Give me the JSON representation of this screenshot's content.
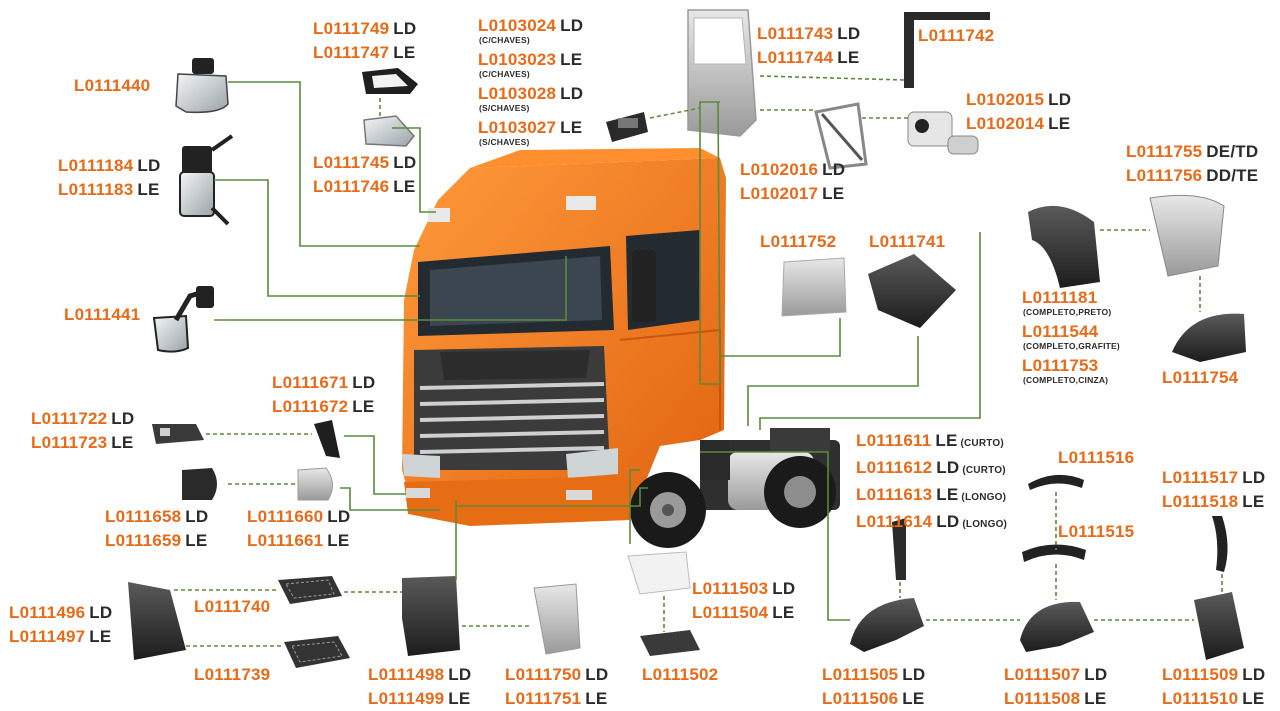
{
  "colors": {
    "code": "#e96a18",
    "side": "#2b2b2b",
    "connector": "#5c8a3a",
    "truck": "#f07a1a"
  },
  "labels": {
    "l0111749": {
      "code": "L0111749",
      "side": "LD"
    },
    "l0111747": {
      "code": "L0111747",
      "side": "LE"
    },
    "l0103024": {
      "code": "L0103024",
      "side": "LD",
      "note": "(C/CHAVES)"
    },
    "l0103023": {
      "code": "L0103023",
      "side": "LE",
      "note": "(C/CHAVES)"
    },
    "l0103028": {
      "code": "L0103028",
      "side": "LD",
      "note": "(S/CHAVES)"
    },
    "l0103027": {
      "code": "L0103027",
      "side": "LE",
      "note": "(S/CHAVES)"
    },
    "l0111743": {
      "code": "L0111743",
      "side": "LD"
    },
    "l0111744": {
      "code": "L0111744",
      "side": "LE"
    },
    "l0111742": {
      "code": "L0111742"
    },
    "l0111440": {
      "code": "L0111440"
    },
    "l0102015": {
      "code": "L0102015",
      "side": "LD"
    },
    "l0102014": {
      "code": "L0102014",
      "side": "LE"
    },
    "l0111184": {
      "code": "L0111184",
      "side": "LD"
    },
    "l0111183": {
      "code": "L0111183",
      "side": "LE"
    },
    "l0111745": {
      "code": "L0111745",
      "side": "LD"
    },
    "l0111746": {
      "code": "L0111746",
      "side": "LE"
    },
    "l0102016": {
      "code": "L0102016",
      "side": "LD"
    },
    "l0102017": {
      "code": "L0102017",
      "side": "LE"
    },
    "l0111755": {
      "code": "L0111755",
      "side": "DE/TD"
    },
    "l0111756": {
      "code": "L0111756",
      "side": "DD/TE"
    },
    "l0111752": {
      "code": "L0111752"
    },
    "l0111741": {
      "code": "L0111741"
    },
    "l0111441": {
      "code": "L0111441"
    },
    "l0111181": {
      "code": "L0111181",
      "note": "(COMPLETO,PRETO)"
    },
    "l0111544": {
      "code": "L0111544",
      "note": "(COMPLETO,GRAFITE)"
    },
    "l0111753": {
      "code": "L0111753",
      "note": "(COMPLETO,CINZA)"
    },
    "l0111754": {
      "code": "L0111754"
    },
    "l0111671": {
      "code": "L0111671",
      "side": "LD"
    },
    "l0111672": {
      "code": "L0111672",
      "side": "LE"
    },
    "l0111722": {
      "code": "L0111722",
      "side": "LD"
    },
    "l0111723": {
      "code": "L0111723",
      "side": "LE"
    },
    "l0111611": {
      "code": "L0111611",
      "side": "LE",
      "note": "(CURTO)"
    },
    "l0111612": {
      "code": "L0111612",
      "side": "LD",
      "note": "(CURTO)"
    },
    "l0111613": {
      "code": "L0111613",
      "side": "LE",
      "note": "(LONGO)"
    },
    "l0111614": {
      "code": "L0111614",
      "side": "LD",
      "note": "(LONGO)"
    },
    "l0111516": {
      "code": "L0111516"
    },
    "l0111517": {
      "code": "L0111517",
      "side": "LD"
    },
    "l0111518": {
      "code": "L0111518",
      "side": "LE"
    },
    "l0111658": {
      "code": "L0111658",
      "side": "LD"
    },
    "l0111659": {
      "code": "L0111659",
      "side": "LE"
    },
    "l0111660": {
      "code": "L0111660",
      "side": "LD"
    },
    "l0111661": {
      "code": "L0111661",
      "side": "LE"
    },
    "l0111515": {
      "code": "L0111515"
    },
    "l0111496": {
      "code": "L0111496",
      "side": "LD"
    },
    "l0111497": {
      "code": "L0111497",
      "side": "LE"
    },
    "l0111740": {
      "code": "L0111740"
    },
    "l0111503": {
      "code": "L0111503",
      "side": "LD"
    },
    "l0111504": {
      "code": "L0111504",
      "side": "LE"
    },
    "l0111739": {
      "code": "L0111739"
    },
    "l0111498": {
      "code": "L0111498",
      "side": "LD"
    },
    "l0111499": {
      "code": "L0111499",
      "side": "LE"
    },
    "l0111750": {
      "code": "L0111750",
      "side": "LD"
    },
    "l0111751": {
      "code": "L0111751",
      "side": "LE"
    },
    "l0111502": {
      "code": "L0111502"
    },
    "l0111505": {
      "code": "L0111505",
      "side": "LD"
    },
    "l0111506": {
      "code": "L0111506",
      "side": "LE"
    },
    "l0111507": {
      "code": "L0111507",
      "side": "LD"
    },
    "l0111508": {
      "code": "L0111508",
      "side": "LE"
    },
    "l0111509": {
      "code": "L0111509",
      "side": "LD"
    },
    "l0111510": {
      "code": "L0111510",
      "side": "LE"
    }
  }
}
